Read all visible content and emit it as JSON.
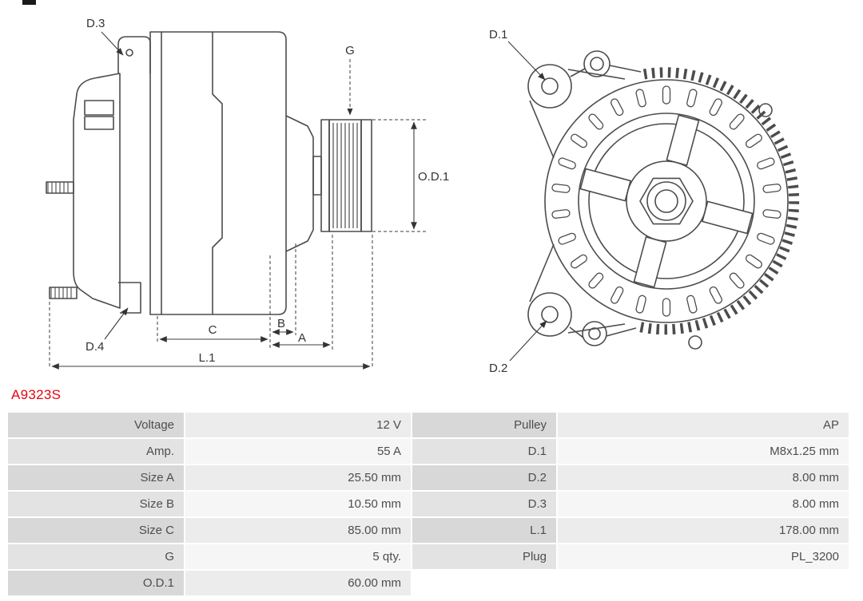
{
  "part_number": "A9323S",
  "colors": {
    "part_number": "#e30613",
    "drawing_line": "#4c4c4c",
    "table_label_bg": "#d8d8d8",
    "table_value_bg": "#ececec"
  },
  "drawing": {
    "side_view": {
      "labels": {
        "d3": "D.3",
        "g": "G",
        "od1": "O.D.1",
        "d4": "D.4",
        "c": "C",
        "b": "B",
        "a": "A",
        "l1": "L.1"
      }
    },
    "front_view": {
      "labels": {
        "d1": "D.1",
        "d2": "D.2"
      }
    }
  },
  "spec_table": {
    "rows": [
      {
        "label_left": "Voltage",
        "value_left": "12 V",
        "label_right": "Pulley",
        "value_right": "AP"
      },
      {
        "label_left": "Amp.",
        "value_left": "55 A",
        "label_right": "D.1",
        "value_right": "M8x1.25 mm"
      },
      {
        "label_left": "Size A",
        "value_left": "25.50 mm",
        "label_right": "D.2",
        "value_right": "8.00 mm"
      },
      {
        "label_left": "Size B",
        "value_left": "10.50 mm",
        "label_right": "D.3",
        "value_right": "8.00 mm"
      },
      {
        "label_left": "Size C",
        "value_left": "85.00 mm",
        "label_right": "L.1",
        "value_right": "178.00 mm"
      },
      {
        "label_left": "G",
        "value_left": "5 qty.",
        "label_right": "Plug",
        "value_right": "PL_3200"
      },
      {
        "label_left": "O.D.1",
        "value_left": "60.00 mm",
        "label_right": "",
        "value_right": ""
      }
    ]
  }
}
